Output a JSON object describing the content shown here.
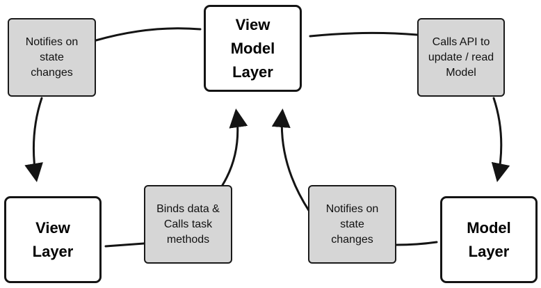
{
  "layers": {
    "view_model": {
      "lines": [
        "View",
        "Model",
        "Layer"
      ]
    },
    "view": {
      "lines": [
        "View",
        "Layer"
      ]
    },
    "model": {
      "lines": [
        "Model",
        "Layer"
      ]
    }
  },
  "notes": {
    "top_left": {
      "lines": [
        "Notifies on",
        "state",
        "changes"
      ]
    },
    "top_right": {
      "lines": [
        "Calls API to",
        "update / read",
        "Model"
      ]
    },
    "bottom_left": {
      "lines": [
        "Binds data &",
        "Calls task",
        "methods"
      ]
    },
    "bottom_right": {
      "lines": [
        "Notifies on",
        "state",
        "changes"
      ]
    }
  },
  "colors": {
    "note_fill": "#d6d6d6",
    "layer_fill": "#ffffff",
    "stroke": "#141414"
  }
}
